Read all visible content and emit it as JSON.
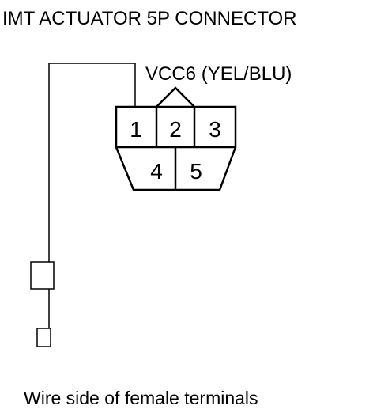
{
  "title": "IMT ACTUATOR 5P CONNECTOR",
  "wire_label": "VCC6 (YEL/BLU)",
  "connector": {
    "pins": [
      "1",
      "2",
      "3",
      "4",
      "5"
    ]
  },
  "caption": "Wire side of female terminals",
  "colors": {
    "line": "#000000",
    "background": "#ffffff"
  }
}
